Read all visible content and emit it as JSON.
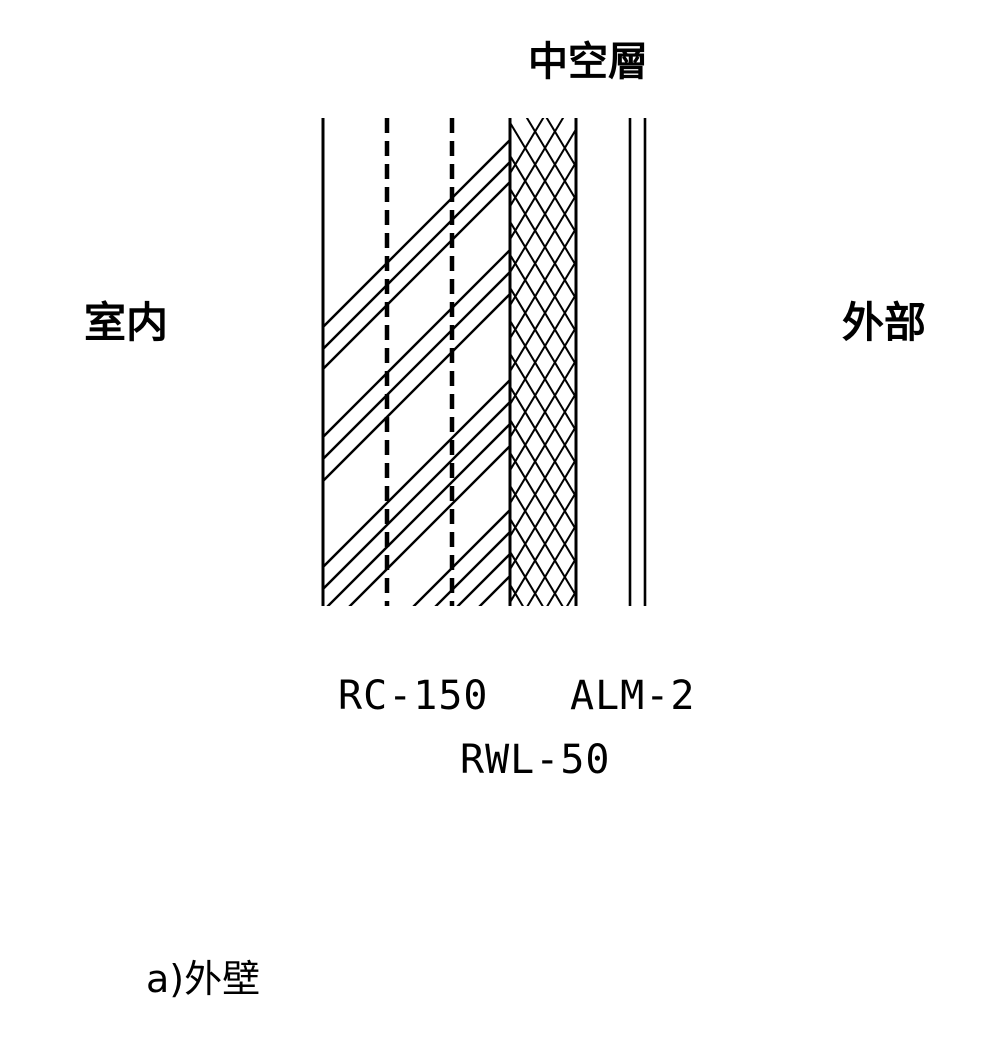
{
  "labels": {
    "air_gap": "中空層",
    "indoor": "室内",
    "outdoor": "外部",
    "caption": "a)外壁"
  },
  "layers": {
    "concrete": "RC-150",
    "aluminum": "ALM-2",
    "rockwool": "RWL-50"
  }
}
